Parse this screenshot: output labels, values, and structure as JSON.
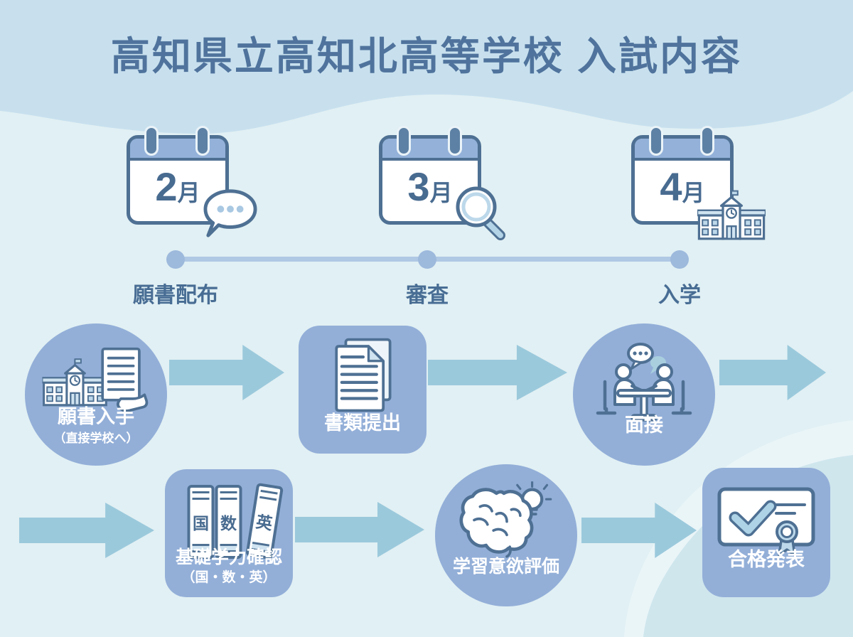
{
  "title": "高知県立高知北高等学校 入試内容",
  "colors": {
    "header_bg": "#c8e0ee",
    "body_bg": "#e1f0f4",
    "shape_fill": "#93afd8",
    "arrow": "#9bc9dc",
    "outline": "#4e7093",
    "title_text": "#4f739c",
    "timeline_line": "#afc8e4",
    "timeline_dot": "#9db9dc",
    "timeline_label": "#486d94",
    "calendar_header": "#93b1d9",
    "month_text": "#486b90",
    "icon_accent": "#bcd8ea",
    "step_text": "#ffffff"
  },
  "timeline": {
    "months": [
      {
        "number": "2",
        "unit": "月",
        "icon": "speech-bubble-icon",
        "label": "願書配布"
      },
      {
        "number": "3",
        "unit": "月",
        "icon": "magnifier-icon",
        "label": "審査"
      },
      {
        "number": "4",
        "unit": "月",
        "icon": "school-icon",
        "label": "入学"
      }
    ]
  },
  "steps": [
    {
      "shape": "circle",
      "icon": "school-document-icon",
      "label": "願書入手",
      "sublabel": "（直接学校へ）"
    },
    {
      "shape": "rounded-square",
      "icon": "documents-icon",
      "label": "書類提出"
    },
    {
      "shape": "circle",
      "icon": "interview-icon",
      "label": "面接"
    },
    {
      "shape": "rounded-square",
      "icon": "books-icon",
      "label": "基礎学力確認",
      "sublabel": "（国・数・英）",
      "books": [
        "国",
        "数",
        "英"
      ]
    },
    {
      "shape": "circle",
      "icon": "brain-bulb-icon",
      "label": "学習意欲評価"
    },
    {
      "shape": "rounded-square",
      "icon": "certificate-icon",
      "label": "合格発表"
    }
  ]
}
